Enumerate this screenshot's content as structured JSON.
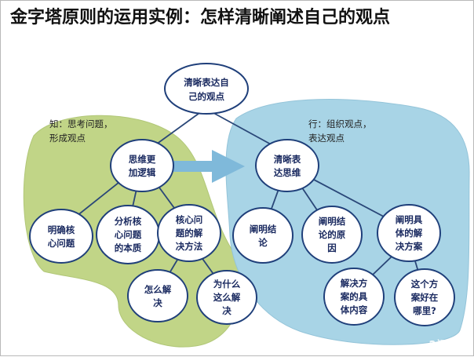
{
  "title": "金字塔原则的运用实例：怎样清晰阐述自己的观点",
  "watermark": "?问·问",
  "colors": {
    "green_area": "#c1d587",
    "blue_area": "#a8d4e6",
    "node_fill": "#ffffff",
    "node_border": "#1f3f7a",
    "connector": "#2a4778",
    "arrow": "#7fb9da"
  },
  "areas": {
    "left": {
      "lines": [
        "知：思考问题，",
        "形成观点"
      ]
    },
    "right": {
      "lines": [
        "行：组织观点，",
        "表达观点"
      ]
    }
  },
  "nodes": {
    "root": {
      "lines": [
        "清晰表达自",
        "己的观点"
      ]
    },
    "logic": {
      "lines": [
        "思维更",
        "加逻辑"
      ]
    },
    "express": {
      "lines": [
        "清晰表",
        "达思维"
      ]
    },
    "core_problem": {
      "lines": [
        "明确核",
        "心问题"
      ]
    },
    "analyze": {
      "lines": [
        "分析核",
        "心问题",
        "的本质"
      ]
    },
    "solution_method": {
      "lines": [
        "核心问",
        "题的解",
        "决方法"
      ]
    },
    "how_solve": {
      "lines": [
        "怎么解",
        "决"
      ]
    },
    "why_solve": {
      "lines": [
        "为什么",
        "这么解",
        "决"
      ]
    },
    "conclusion": {
      "lines": [
        "阐明结",
        "论"
      ]
    },
    "reason": {
      "lines": [
        "阐明结",
        "论的原",
        "因"
      ]
    },
    "plan": {
      "lines": [
        "阐明具",
        "体的解",
        "决方案"
      ]
    },
    "plan_content": {
      "lines": [
        "解决方",
        "案的具",
        "体内容"
      ]
    },
    "plan_good": {
      "lines": [
        "这个方",
        "案好在",
        "哪里?"
      ]
    }
  }
}
